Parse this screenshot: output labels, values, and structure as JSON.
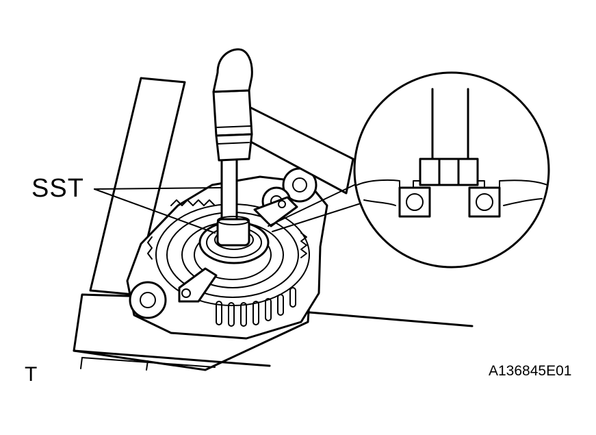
{
  "diagram": {
    "callout_label": "SST",
    "view_marker": "T",
    "figure_code": "A136845E01",
    "colors": {
      "ink": "#000000",
      "paper": "#ffffff"
    }
  }
}
